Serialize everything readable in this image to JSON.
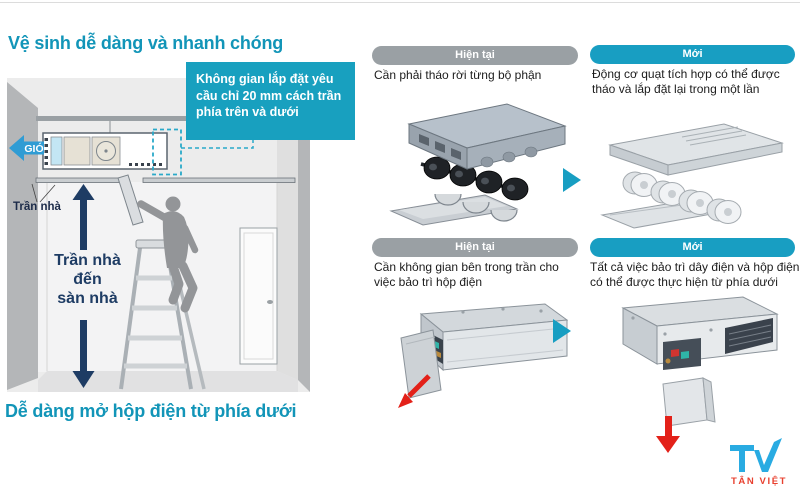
{
  "page": {
    "title_top": "Vệ sinh dễ dàng và nhanh chóng",
    "title_bottom": "Dễ dàng mở hộp điện từ phía dưới"
  },
  "callout": {
    "text": "Không gian lắp đặt yêu cầu chỉ 20 mm cách trần phía trên và dưới"
  },
  "diagram": {
    "wind_label": "GIÓ",
    "ceiling_label": "Trần nhà",
    "height_lines": [
      "Trần nhà",
      "đến",
      "sàn nhà"
    ]
  },
  "comparison": {
    "rows": [
      {
        "current": {
          "badge": "Hiện tại",
          "caption": "Cần phải tháo rời từng bộ phận"
        },
        "new": {
          "badge": "Mới",
          "caption": "Động cơ quạt tích hợp có thể được tháo và lắp đặt lại trong một lần"
        }
      },
      {
        "current": {
          "badge": "Hiện tại",
          "caption": "Cần không gian bên trong trần cho việc bảo trì hộp điện"
        },
        "new": {
          "badge": "Mới",
          "caption": "Tất cả việc bảo trì dây điện và hộp điện có thể được thực hiện từ phía dưới"
        }
      }
    ]
  },
  "logo": {
    "initials": "TV",
    "name": "TÂN VIỆT"
  },
  "colors": {
    "accent_teal": "#18a0bf",
    "heading_teal": "#1295b8",
    "pill_gray": "#9aa0a4",
    "navy": "#1e3c64",
    "wind_blue": "#2f9cd4",
    "arrow_red": "#e32119",
    "logo_blue": "#29abe2",
    "logo_red": "#e8402f"
  }
}
